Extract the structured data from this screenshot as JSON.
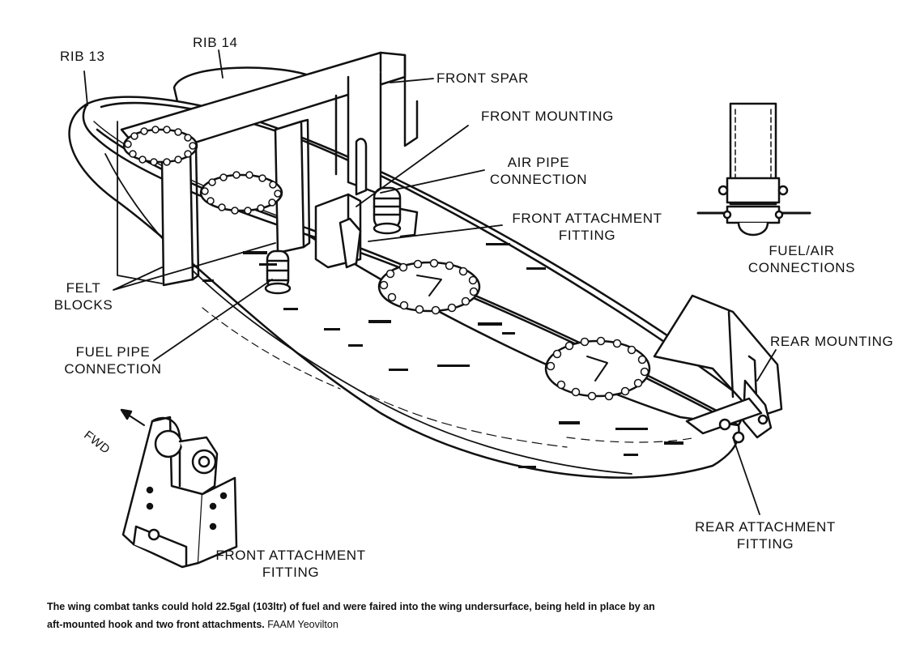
{
  "labels": {
    "rib13": "RIB 13",
    "rib14": "RIB 14",
    "front_spar": "FRONT SPAR",
    "front_mounting": "FRONT MOUNTING",
    "air_pipe_1": "AIR PIPE",
    "air_pipe_2": "CONNECTION",
    "front_attach_1": "FRONT ATTACHMENT",
    "front_attach_2": "FITTING",
    "felt_1": "FELT",
    "felt_2": "BLOCKS",
    "fuel_air_1": "FUEL/AIR",
    "fuel_air_2": "CONNECTIONS",
    "fuel_pipe_1": "FUEL PIPE",
    "fuel_pipe_2": "CONNECTION",
    "rear_mounting": "REAR MOUNTING",
    "rear_attach_1": "REAR ATTACHMENT",
    "rear_attach_2": "FITTING",
    "fwd": "FWD",
    "front_attach_detail_1": "FRONT ATTACHMENT",
    "front_attach_detail_2": "FITTING"
  },
  "caption": {
    "text_line1": "The wing combat tanks could hold 22.5gal (103ltr) of fuel and were faired into the wing undersurface, being held in place by an",
    "text_line2": "aft-mounted hook and two front attachments.",
    "credit": "FAAM Yeovilton"
  }
}
